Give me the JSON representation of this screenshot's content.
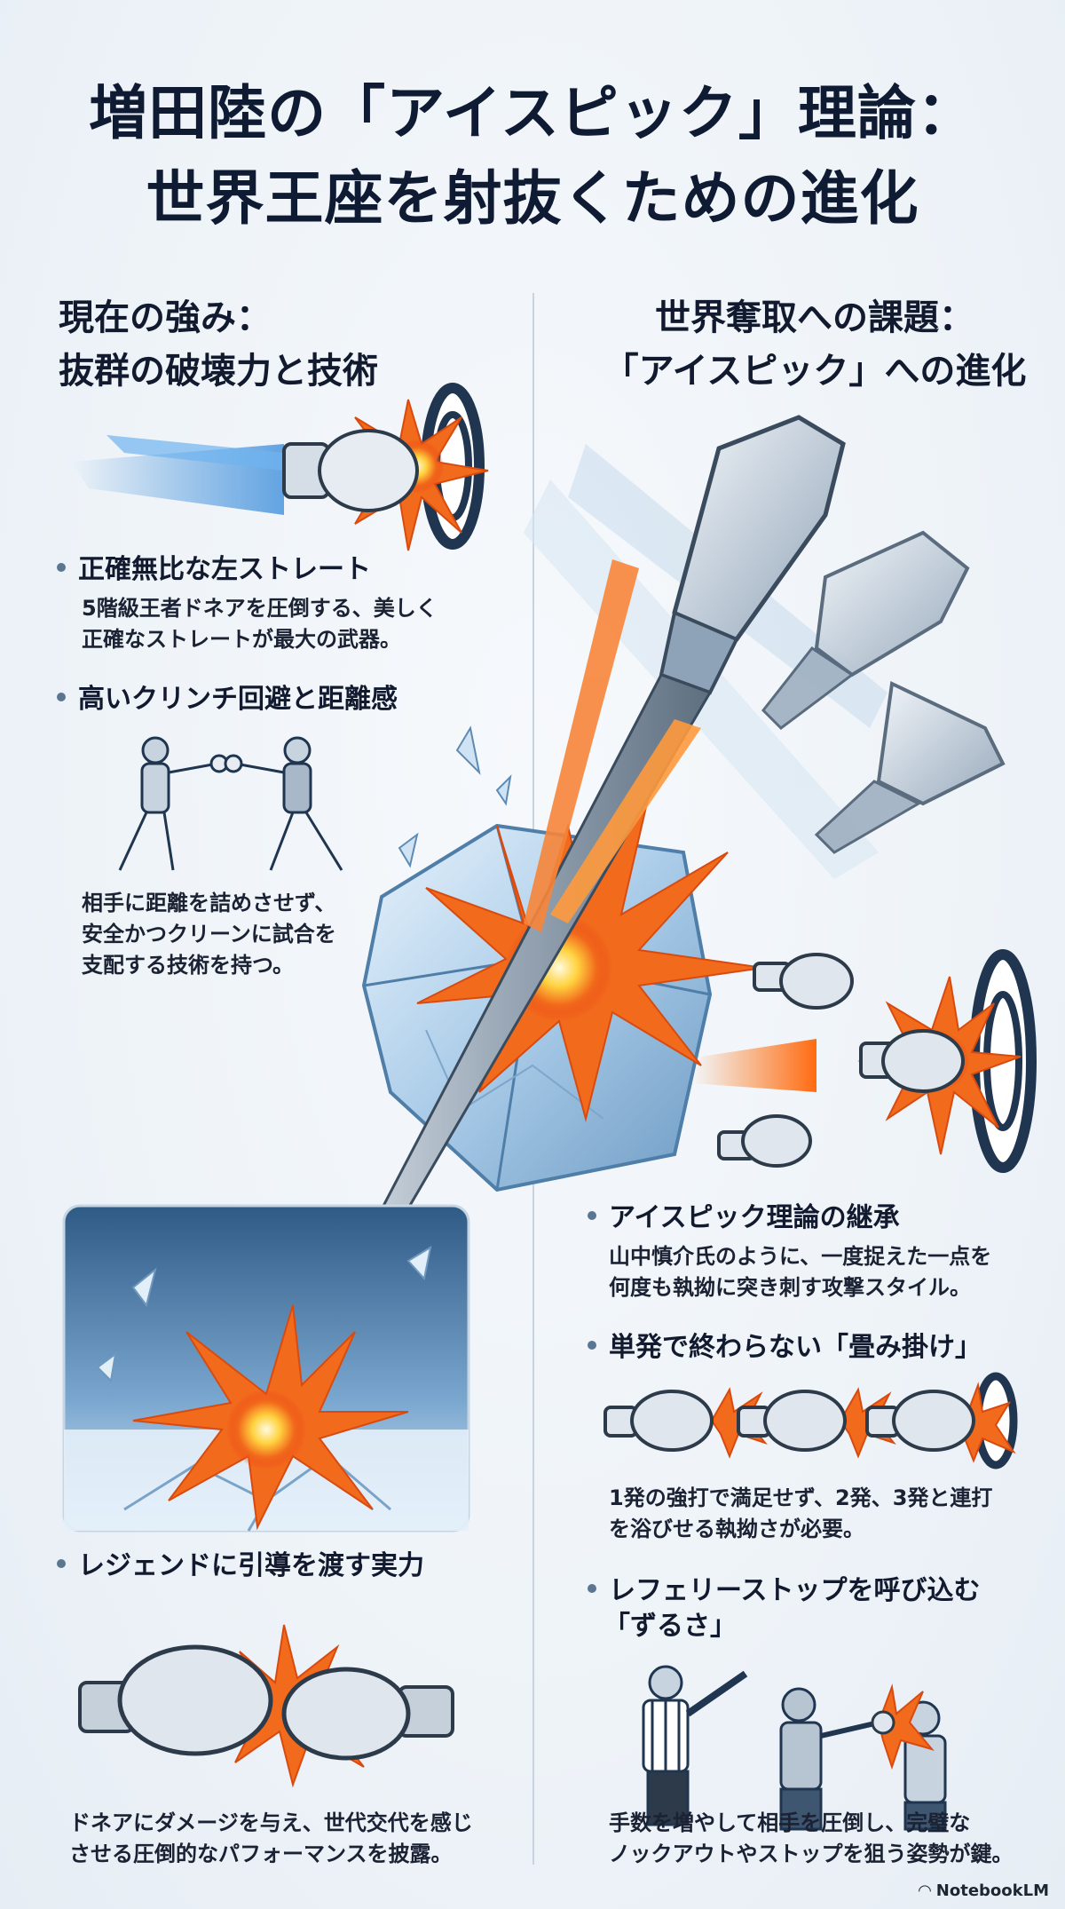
{
  "title": {
    "line1": "増田陸の「アイスピック」理論：",
    "line2": "世界王座を射抜くための進化"
  },
  "left": {
    "heading_line1": "現在の強み：",
    "heading_line2": "抜群の破壊力と技術",
    "points": [
      {
        "title": "正確無比な左ストレート",
        "desc": [
          "5階級王者ドネアを圧倒する、美しく",
          "正確なストレートが最大の武器。"
        ]
      },
      {
        "title": "高いクリンチ回避と距離感",
        "desc": [
          "相手に距離を詰めさせず、",
          "安全かつクリーンに試合を",
          "支配する技術を持つ。"
        ]
      },
      {
        "title": "レジェンドに引導を渡す実力",
        "desc": [
          "ドネアにダメージを与え、世代交代を感じ",
          "させる圧倒的なパフォーマンスを披露。"
        ]
      }
    ]
  },
  "right": {
    "heading_line1": "世界奪取への課題：",
    "heading_line2": "「アイスピック」への進化",
    "points": [
      {
        "title": "アイスピック理論の継承",
        "desc": [
          "山中慎介氏のように、一度捉えた一点を",
          "何度も執拗に突き刺す攻撃スタイル。"
        ]
      },
      {
        "title": "単発で終わらない「畳み掛け」",
        "desc": [
          "1発の強打で満足せず、2発、3発と連打",
          "を浴びせる執拗さが必要。"
        ]
      },
      {
        "title_line1": "レフェリーストップを呼び込む",
        "title_line2": "「ずるさ」",
        "desc": [
          "手数を増やして相手を圧倒し、完璧な",
          "ノックアウトやストップを狙う姿勢が鍵。"
        ]
      }
    ]
  },
  "brand": "NotebookLM",
  "colors": {
    "ice": "#bcd7ee",
    "steel": "#8ea3b8",
    "explosion_orange": "#f26a1b",
    "explosion_yellow": "#ffd23f",
    "navy": "#1f3550"
  }
}
